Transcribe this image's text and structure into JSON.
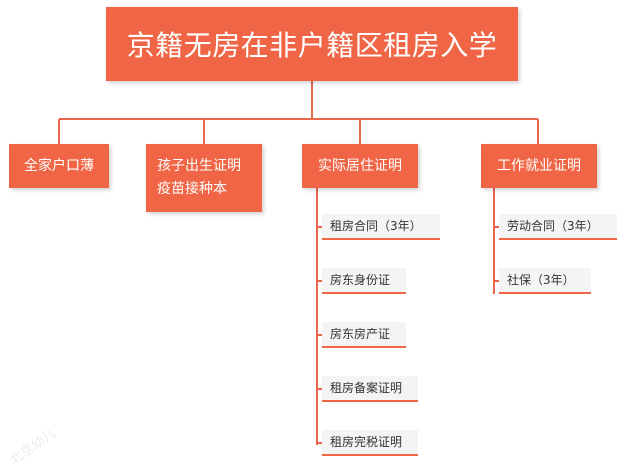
{
  "root": {
    "label": "京籍无房在非户籍区租房入学"
  },
  "categories": [
    {
      "label": "全家户口薄",
      "items": []
    },
    {
      "label_line1": "孩子出生证明",
      "label_line2": "疫苗接种本",
      "items": []
    },
    {
      "label": "实际居住证明",
      "items": [
        "租房合同（3年）",
        "房东身份证",
        "房东房产证",
        "租房备案证明",
        "租房完税证明"
      ]
    },
    {
      "label": "工作就业证明",
      "items": [
        "劳动合同（3年）",
        "社保（3年）"
      ]
    }
  ],
  "colors": {
    "box_fill": "#ef6545",
    "connector": "#e9654c",
    "leaf_fill": "#f4f4f4",
    "text_on_box": "#ffffff",
    "leaf_text": "#333333"
  },
  "watermark": {
    "text": "北京幼儿"
  }
}
